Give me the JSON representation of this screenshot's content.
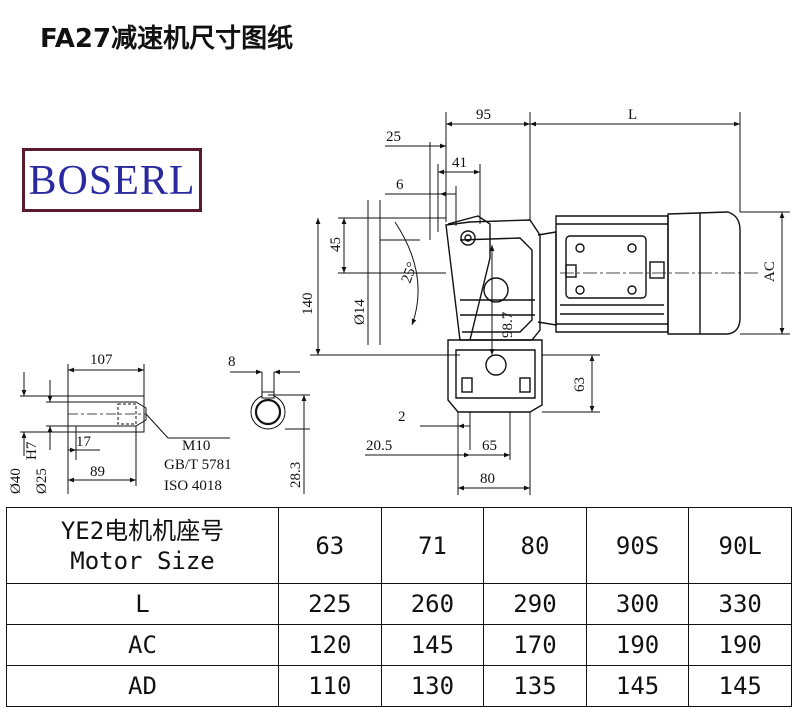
{
  "title": "FA27减速机尺寸图纸",
  "logo": "BOSERL",
  "dims": {
    "d95": "95",
    "dL": "L",
    "d25": "25",
    "d41": "41",
    "d6": "6",
    "d45": "45",
    "d140": "140",
    "d25deg": "25°",
    "d14": "Ø14",
    "d98_7": "98.7",
    "dAC": "AC",
    "d63": "63",
    "d2": "2",
    "d20_5": "20.5",
    "d65": "65",
    "d80": "80",
    "d107": "107",
    "d8": "8",
    "d17": "17",
    "d89": "89",
    "d40": "Ø40",
    "d25h7": "Ø25",
    "h7": "H7",
    "d28_3": "28.3",
    "thread1": "M10",
    "thread2": "GB/T 5781",
    "thread3": "ISO 4018"
  },
  "table": {
    "header_cn": "YE2电机机座号",
    "header_en": "Motor Size",
    "sizes": [
      "63",
      "71",
      "80",
      "90S",
      "90L"
    ],
    "rows": [
      {
        "label": "L",
        "values": [
          "225",
          "260",
          "290",
          "300",
          "330"
        ]
      },
      {
        "label": "AC",
        "values": [
          "120",
          "145",
          "170",
          "190",
          "190"
        ]
      },
      {
        "label": "AD",
        "values": [
          "110",
          "130",
          "135",
          "145",
          "145"
        ]
      }
    ]
  }
}
